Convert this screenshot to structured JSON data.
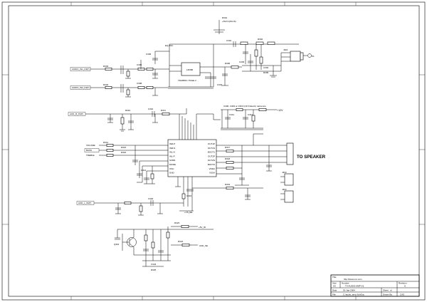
{
  "labels": {
    "vcc_top": "+5VDD",
    "supply_top_right": "+5VCC(PLUS)",
    "amp_a_label": "EQ-PAC",
    "amp_a_part": "LM386",
    "amp_block_label": "TDA8953 / PAGE 2",
    "input_top_1": "AUDIO_IN1_IN(P)",
    "input_top_2": "AUDIO_IN2_IN(P)",
    "input_mid": "AUD_R_IN(P)",
    "input_low": "AUD_L_IN(P)",
    "tone_1": "VOLUME",
    "tone_2": "BASS",
    "tone_3": "TREBLE",
    "cap_note": "C306, C309 or C363 (C374 Electr) reference",
    "supply_right": "+12V",
    "speaker": "TO SPEAKER",
    "ic_bottom_pin": "+VS_EE",
    "bottom_net_1": "+5V_ID",
    "bottom_net_2": "AUD_SE",
    "ic_pins_left": [
      "INR-P",
      "INR-N",
      "INL-N",
      "INL-P",
      "SVRR",
      "MODE",
      "OSC",
      "GND"
    ],
    "ic_pins_right": [
      "OUT1P",
      "OUT1N",
      "BOOT1",
      "OUT2P",
      "OUT2N",
      "BOOT2",
      "VDDA",
      "VSSA"
    ]
  },
  "title_block": {
    "title_header": "Title",
    "title_value": "http://www.xxx.com",
    "size_header": "Size",
    "size_value": "A3",
    "number_header": "Number",
    "number_value": "TV-AUDIO-AMP-V1",
    "revision_header": "Revision",
    "revision_value": "A",
    "date_header": "Date",
    "date_value": "01-Jan-2004",
    "sheet_header": "Sheet",
    "sheet_value": "of",
    "file_header": "File",
    "file_value": "C:\\audio_amp.SchDoc",
    "drawn_header": "Drawn By",
    "drawn_value": "CAD"
  }
}
